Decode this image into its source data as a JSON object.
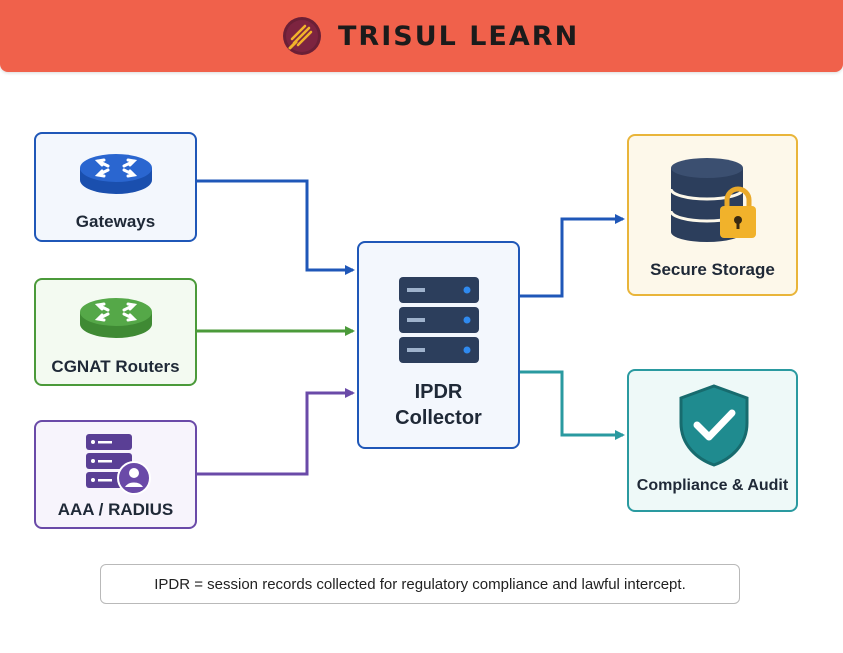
{
  "header": {
    "brand": "TRISUL LEARN",
    "logo_icon": "trisul-trident-logo",
    "background": "#f0614b"
  },
  "sources": [
    {
      "label": "Gateways",
      "icon": "router-icon",
      "color": "#1f57b8"
    },
    {
      "label": "CGNAT Routers",
      "icon": "router-icon",
      "color": "#4b9a3a"
    },
    {
      "label": "AAA / RADIUS",
      "icon": "server-user-icon",
      "color": "#6a4aa8"
    }
  ],
  "collector": {
    "line1": "IPDR",
    "line2": "Collector",
    "icon": "server-rack-icon",
    "color": "#1f57b8"
  },
  "destinations": [
    {
      "label": "Secure Storage",
      "icon": "database-lock-icon",
      "color": "#e9b53a"
    },
    {
      "label": "Compliance & Audit",
      "icon": "shield-check-icon",
      "color": "#2a9aa0"
    }
  ],
  "note": "IPDR = session records collected for regulatory compliance and lawful intercept."
}
